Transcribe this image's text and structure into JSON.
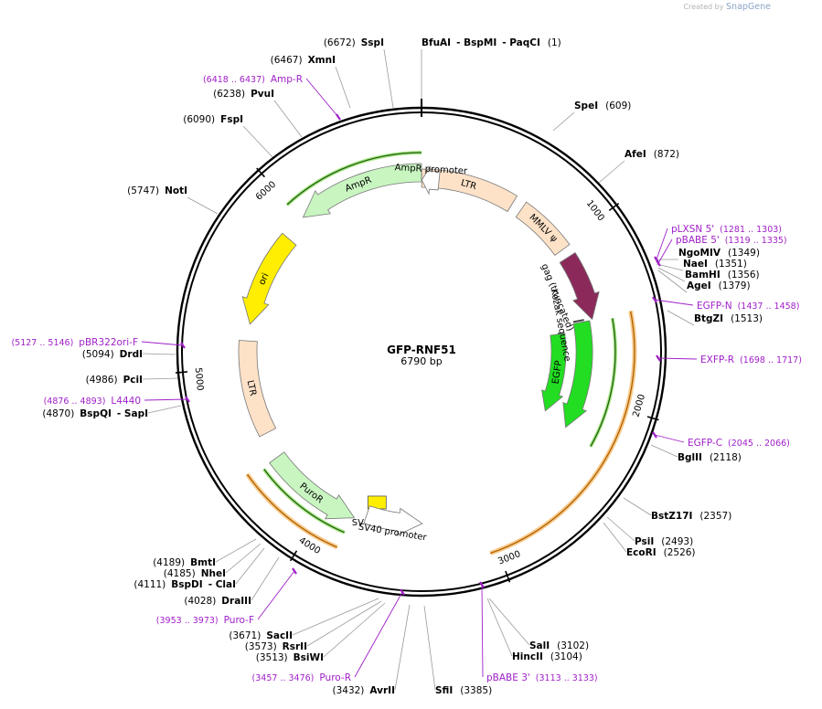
{
  "watermark": {
    "prefix": "Created by",
    "brand": "SnapGene"
  },
  "plasmid": {
    "name": "GFP-RNF51",
    "length_label": "6790 bp",
    "length_bp": 6790
  },
  "colors": {
    "ltr": "#fde2c8",
    "gag": "#8b2a5a",
    "egfp": "#22dd22",
    "ampr": "#c8f5c0",
    "ori": "#ffee00",
    "sv40ori": "#ffee00",
    "orange": "#f0a030",
    "primer": "#a020c8",
    "backbone": "#000000"
  },
  "ticks": [
    {
      "label": "1000",
      "bp": 1000
    },
    {
      "label": "2000",
      "bp": 2000
    },
    {
      "label": "3000",
      "bp": 3000
    },
    {
      "label": "4000",
      "bp": 4000
    },
    {
      "label": "5000",
      "bp": 5000
    },
    {
      "label": "6000",
      "bp": 6000
    }
  ],
  "features": [
    {
      "name": "LTR",
      "start": 1,
      "end": 594,
      "type": "ltr",
      "dir": 0
    },
    {
      "name": "MMLV ψ",
      "start": 660,
      "end": 1020,
      "type": "ltr",
      "dir": 0
    },
    {
      "name": "gag (truncated)",
      "start": 1078,
      "end": 1495,
      "type": "gag",
      "dir": 1
    },
    {
      "name": "EGFP",
      "start": 1500,
      "end": 2220,
      "type": "egfp",
      "dir": 1
    },
    {
      "name": "Kozak sequence",
      "start": 1488,
      "end": 1498,
      "type": "mark",
      "dir": 0
    },
    {
      "name": "SV40 ori",
      "start": 3640,
      "end": 3770,
      "type": "ori",
      "dir": 0
    },
    {
      "name": "SV40 promoter",
      "start": 3390,
      "end": 3745,
      "type": "promoter",
      "dir": -1
    },
    {
      "name": "PuroR",
      "start": 3810,
      "end": 4410,
      "type": "ampr",
      "dir": -1
    },
    {
      "name": "LTR",
      "start": 4570,
      "end": 5160,
      "type": "ltr",
      "dir": 0
    },
    {
      "name": "ori",
      "start": 5265,
      "end": 5855,
      "type": "ori",
      "dir": -1
    },
    {
      "name": "AmpR",
      "start": 6010,
      "end": 6790,
      "type": "ampr",
      "dir": -1
    },
    {
      "name": "AmpR promoter",
      "start": 6792,
      "end": 6900,
      "type": "promoter",
      "dir": -1
    }
  ],
  "orange_arcs": [
    {
      "start": 1490,
      "end": 3040,
      "dir": 1
    },
    {
      "start": 3835,
      "end": 4430,
      "dir": -1
    }
  ],
  "green_lines": [
    {
      "start": 1510,
      "end": 2250,
      "dir": 1
    },
    {
      "start": 3830,
      "end": 4400,
      "dir": 1
    },
    {
      "start": 5990,
      "end": 6790,
      "dir": -1
    }
  ],
  "sites": [
    {
      "name": "BfuAI",
      "pos": "(1)",
      "extra": [
        "BspMI",
        "PaqCI"
      ]
    },
    {
      "name": "SspI",
      "pos": "(6672)"
    },
    {
      "name": "XmnI",
      "pos": "(6467)"
    },
    {
      "name": "PvuI",
      "pos": "(6238)"
    },
    {
      "name": "FspI",
      "pos": "(6090)"
    },
    {
      "name": "NotI",
      "pos": "(5747)"
    },
    {
      "name": "DrdI",
      "pos": "(5094)"
    },
    {
      "name": "PciI",
      "pos": "(4986)"
    },
    {
      "name": "BspQI",
      "pos": "(4870)",
      "extra": [
        "SapI"
      ]
    },
    {
      "name": "BmtI",
      "pos": "(4189)"
    },
    {
      "name": "NheI",
      "pos": "(4185)"
    },
    {
      "name": "BspDI",
      "pos": "(4111)",
      "extra": [
        "ClaI"
      ]
    },
    {
      "name": "DraIII",
      "pos": "(4028)"
    },
    {
      "name": "SacII",
      "pos": "(3671)"
    },
    {
      "name": "RsrII",
      "pos": "(3573)"
    },
    {
      "name": "BsiWI",
      "pos": "(3513)"
    },
    {
      "name": "AvrII",
      "pos": "(3432)"
    },
    {
      "name": "SfiI",
      "pos": "(3385)"
    },
    {
      "name": "SalI",
      "pos": "(3102)"
    },
    {
      "name": "HincII",
      "pos": "(3104)"
    },
    {
      "name": "EcoRI",
      "pos": "(2526)"
    },
    {
      "name": "PsiI",
      "pos": "(2493)"
    },
    {
      "name": "BstZ17I",
      "pos": "(2357)"
    },
    {
      "name": "BglII",
      "pos": "(2118)"
    },
    {
      "name": "BtgZI",
      "pos": "(1513)"
    },
    {
      "name": "AgeI",
      "pos": "(1379)"
    },
    {
      "name": "BamHI",
      "pos": "(1356)"
    },
    {
      "name": "NaeI",
      "pos": "(1351)"
    },
    {
      "name": "NgoMIV",
      "pos": "(1349)"
    },
    {
      "name": "AfeI",
      "pos": "(872)"
    },
    {
      "name": "SpeI",
      "pos": "(609)"
    }
  ],
  "primers": [
    {
      "name": "Amp-R",
      "range": "(6418 .. 6437)"
    },
    {
      "name": "pBR322ori-F",
      "range": "(5127 .. 5146)"
    },
    {
      "name": "L4440",
      "range": "(4876 .. 4893)"
    },
    {
      "name": "Puro-F",
      "range": "(3953 .. 3973)"
    },
    {
      "name": "Puro-R",
      "range": "(3457 .. 3476)"
    },
    {
      "name": "pBABE 3'",
      "range": "(3113 .. 3133)"
    },
    {
      "name": "EGFP-C",
      "range": "(2045 .. 2066)"
    },
    {
      "name": "EXFP-R",
      "range": "(1698 .. 1717)"
    },
    {
      "name": "EGFP-N",
      "range": "(1437 .. 1458)"
    },
    {
      "name": "pBABE 5'",
      "range": "(1319 .. 1335)"
    },
    {
      "name": "pLXSN 5'",
      "range": "(1281 .. 1303)"
    }
  ]
}
